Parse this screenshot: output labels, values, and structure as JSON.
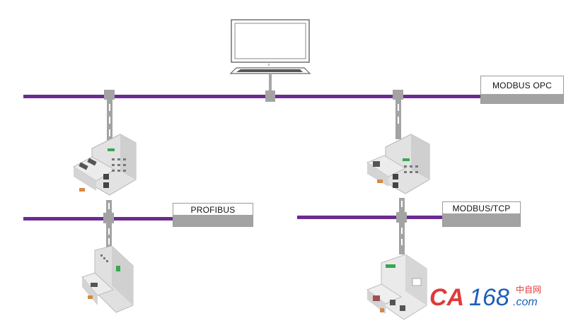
{
  "diagram": {
    "title": "",
    "workstation": {
      "name": "computer"
    },
    "networks": [
      {
        "id": "top",
        "label": "MODBUS OPC",
        "color": "#6b2c91"
      },
      {
        "id": "left",
        "label": "PROFIBUS",
        "color": "#6b2c91"
      },
      {
        "id": "right",
        "label": "MODBUS/TCP",
        "color": "#6b2c91"
      }
    ],
    "devices": [
      {
        "id": "controller-left",
        "type": "PLC controller",
        "connects": [
          "top",
          "left"
        ]
      },
      {
        "id": "controller-right",
        "type": "PLC controller",
        "connects": [
          "top",
          "right"
        ]
      },
      {
        "id": "fieldbus-coupler-left",
        "type": "fieldbus coupler",
        "connects": [
          "left"
        ]
      },
      {
        "id": "fieldbus-coupler-right",
        "type": "fieldbus coupler",
        "connects": [
          "right"
        ]
      }
    ],
    "colors": {
      "bus": "#6b2c91",
      "connector": "#a3a3a3",
      "device_body": "#dcdcdc",
      "device_green": "#3aa650"
    }
  },
  "watermark": {
    "brand": "CA168",
    "suffix": ".com",
    "cn": "中自网",
    "brand_color": "#e03a3a",
    "blue": "#1c5fb8"
  }
}
